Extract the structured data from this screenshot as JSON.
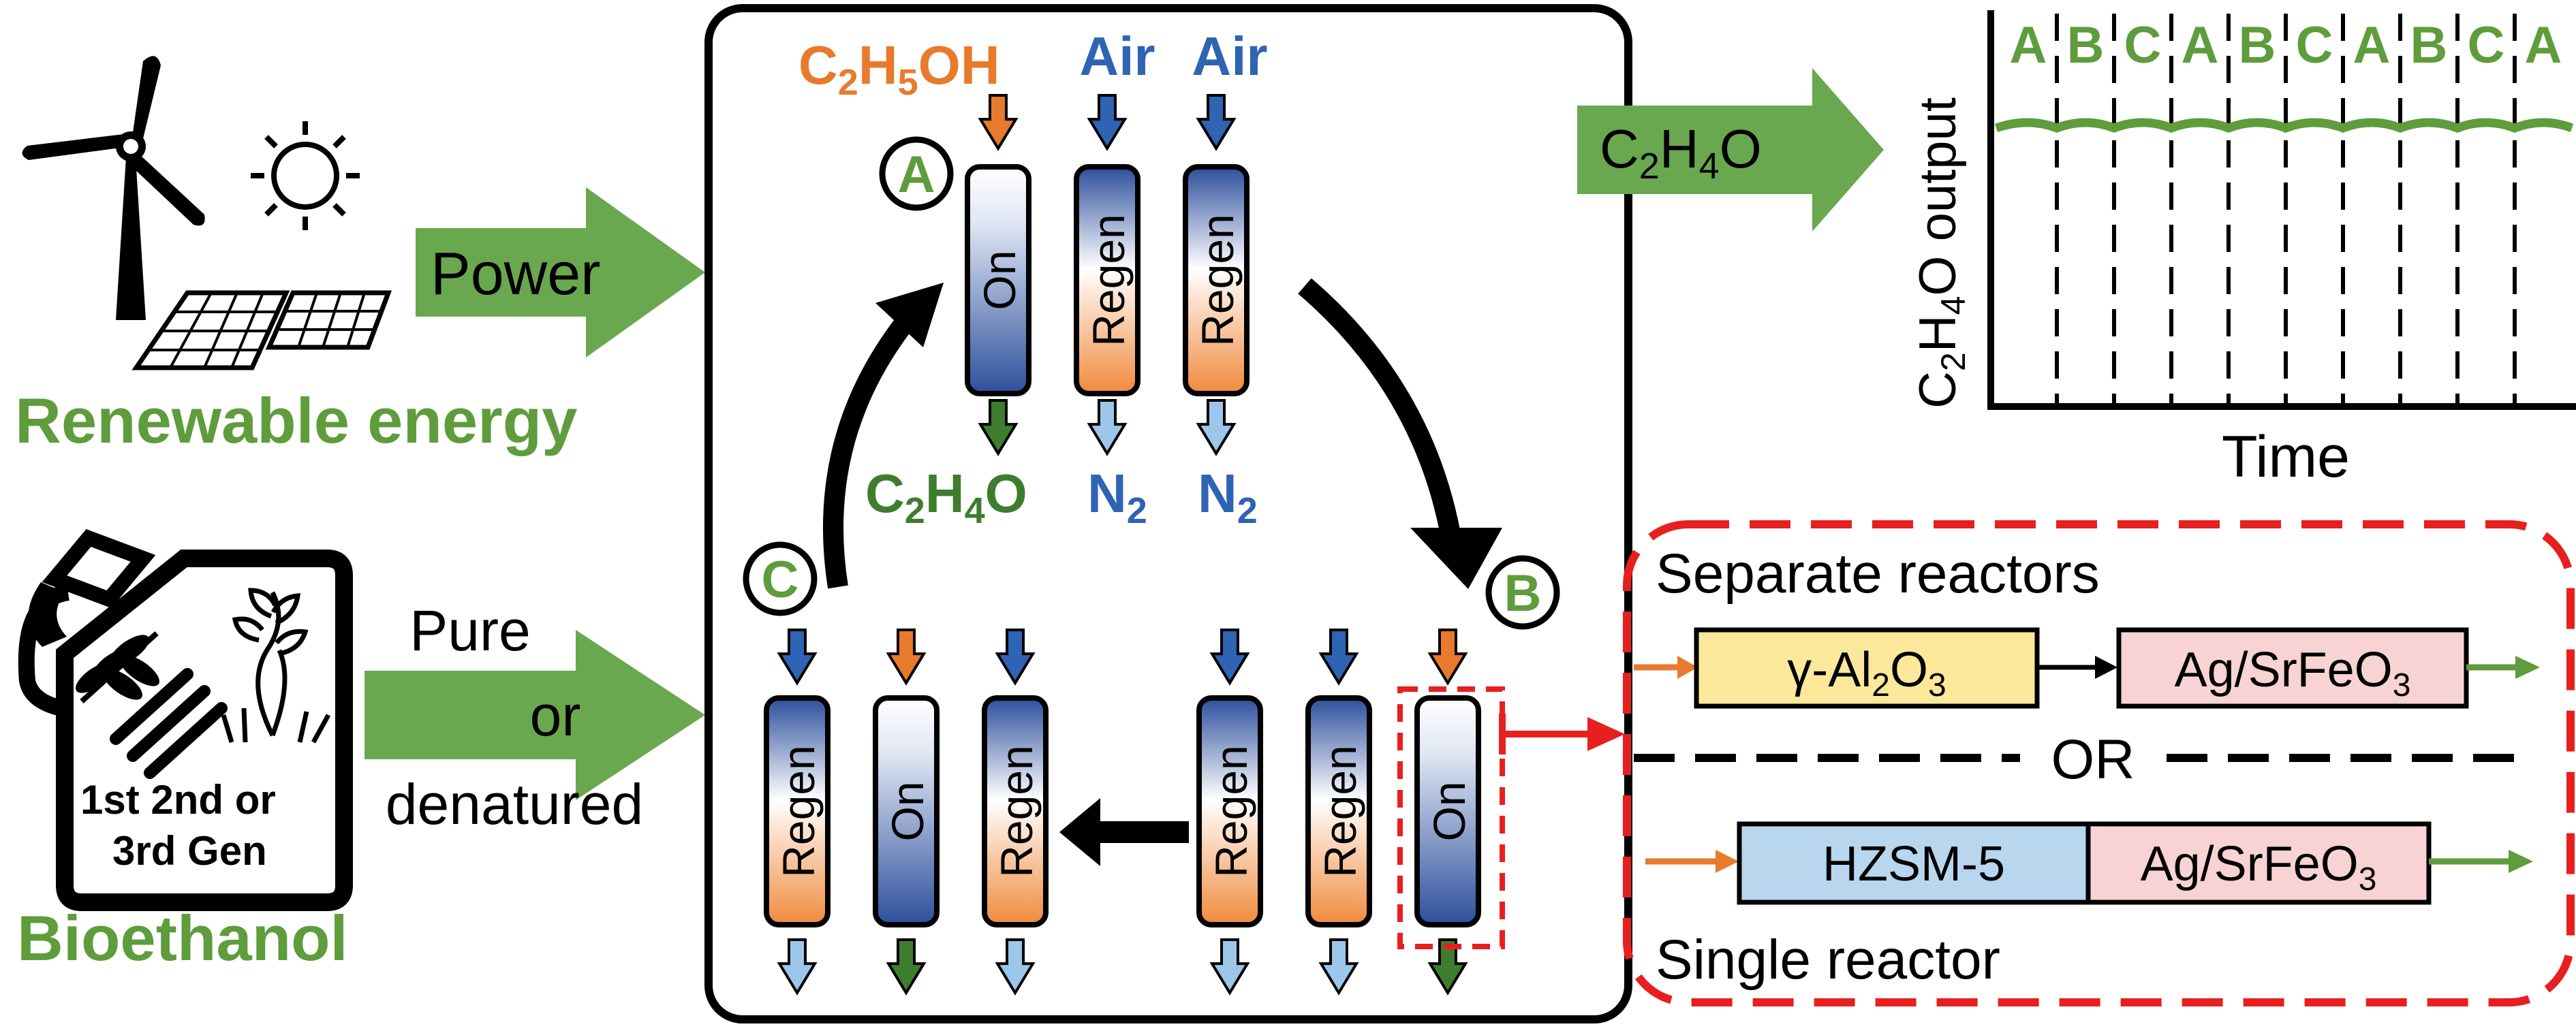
{
  "inputs": {
    "renewable_label": "Renewable energy",
    "power_label": "Power",
    "bioethanol_label": "Bioethanol",
    "gen_line1": "1st 2nd or",
    "gen_line2": "3rd Gen",
    "pure_line1": "Pure",
    "pure_line2": "or",
    "pure_line3": "denatured"
  },
  "cycle": {
    "feed_ethanol": "C2H5OH",
    "feed_air": "Air",
    "state_labels": [
      "A",
      "B",
      "C"
    ],
    "column_on": "On",
    "column_regen": "Regen",
    "out_product": "C2H4O",
    "out_n2": "N2"
  },
  "output": {
    "arrow_label": "C2H4O",
    "ylabel": "C2H4O output",
    "xlabel": "Time",
    "phase_sequence": [
      "A",
      "B",
      "C",
      "A",
      "B",
      "C",
      "A",
      "B",
      "C",
      "A"
    ]
  },
  "options": {
    "separate_title": "Separate reactors",
    "alumina": "γ-Al2O3",
    "silver": "Ag/SrFeO3",
    "or_label": "OR",
    "hzsm": "HZSM-5",
    "single_title": "Single reactor"
  },
  "colors": {
    "green": "#5e9c3c",
    "green_dark": "#3f7d2e",
    "orange": "#e87a2c",
    "blue": "#2f63b4",
    "light_blue": "#9cc7ea",
    "red": "#e81f1f",
    "on_gradient": [
      "#ffffff",
      "#2c4f9c"
    ],
    "regen_gradient": [
      "#2c4f9c",
      "#ffffff",
      "#f08a3c"
    ],
    "alumina_fill": "#fbe89a",
    "silver_fill": "#f8d3d3",
    "hzsm_fill": "#b9d6ef"
  }
}
